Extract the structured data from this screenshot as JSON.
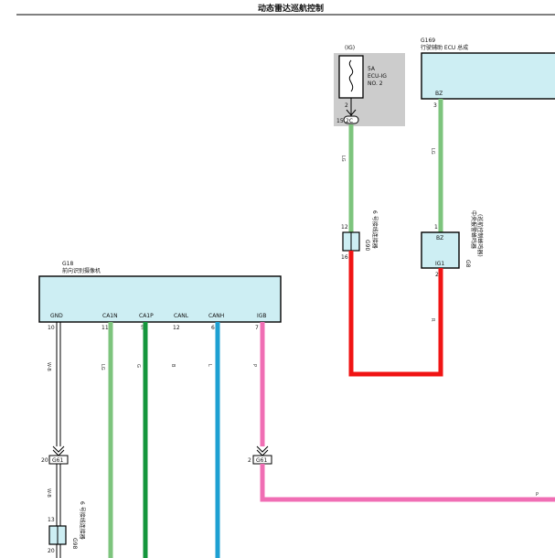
{
  "title": "动态雷达巡航控制",
  "fuse": {
    "supply": "(IG)",
    "rating": "5A",
    "name1": "ECU-IG",
    "name2": "NO. 2",
    "pin_top": "2",
    "pin_bottom": "15",
    "connector": "2C"
  },
  "ecu": {
    "id": "G169",
    "name": "行驶辅助 ECU 总成",
    "pin_label": "BZ",
    "pin_num": "3"
  },
  "junction_right": {
    "pin_top": "12",
    "pin_bottom": "16",
    "id": "G90",
    "desc": "6 号接线连接器"
  },
  "buzzer": {
    "id": "G8",
    "desc1": "中央报警蜂鸣器",
    "desc2": "(巡航控制蜂鸣器)",
    "pin_top_label": "BZ",
    "pin_bottom_label": "IG1",
    "pin_top": "1",
    "pin_bottom": "2"
  },
  "camera": {
    "id": "G18",
    "name": "前向识别摄像机",
    "pins": [
      {
        "label": "GND",
        "num": "10"
      },
      {
        "label": "CA1N",
        "num": "11"
      },
      {
        "label": "CA1P",
        "num": "5"
      },
      {
        "label": "CANL",
        "num": "12"
      },
      {
        "label": "CANH",
        "num": "6"
      },
      {
        "label": "IGB",
        "num": "7"
      }
    ]
  },
  "wires": {
    "lg1": "LG",
    "lg2": "LG",
    "r1": "R",
    "gnd_w1": "W-B",
    "ca1n_w": "LG",
    "ca1p_w": "G",
    "canl_w": "B",
    "canh_w": "L",
    "igb_w": "P",
    "p_right": "P",
    "gnd_w2": "W-B"
  },
  "splice_left": {
    "num": "20",
    "label": "G61"
  },
  "splice_igb": {
    "num": "2",
    "label": "G61"
  },
  "junction_left": {
    "pin_top": "13",
    "pin_bottom": "20",
    "id": "G98",
    "desc": "6 号接线连接器"
  },
  "colors": {
    "lg": "#7dc47d",
    "red": "#f01414",
    "green": "#14963c",
    "blue": "#1ea0d2",
    "pink": "#f06eb4",
    "box": "#cdeef3"
  }
}
